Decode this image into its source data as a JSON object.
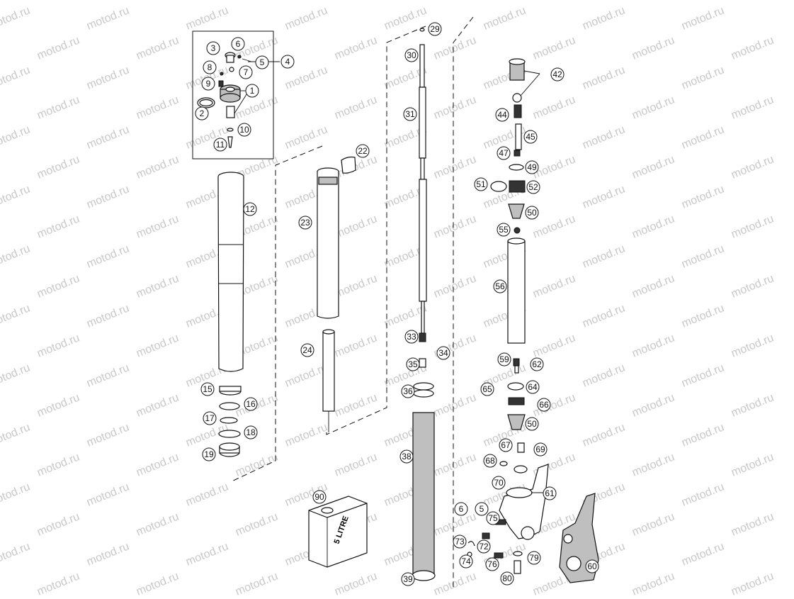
{
  "watermark": {
    "text": "motod.ru"
  },
  "callouts": [
    {
      "id": "1",
      "label": "1"
    },
    {
      "id": "2",
      "label": "2"
    },
    {
      "id": "3",
      "label": "3"
    },
    {
      "id": "4",
      "label": "4"
    },
    {
      "id": "5a",
      "label": "5"
    },
    {
      "id": "6a",
      "label": "6"
    },
    {
      "id": "7",
      "label": "7"
    },
    {
      "id": "8",
      "label": "8"
    },
    {
      "id": "9",
      "label": "9"
    },
    {
      "id": "10",
      "label": "10"
    },
    {
      "id": "11",
      "label": "11"
    },
    {
      "id": "12",
      "label": "12"
    },
    {
      "id": "15",
      "label": "15"
    },
    {
      "id": "16",
      "label": "16"
    },
    {
      "id": "17",
      "label": "17"
    },
    {
      "id": "18",
      "label": "18"
    },
    {
      "id": "19",
      "label": "19"
    },
    {
      "id": "22",
      "label": "22"
    },
    {
      "id": "23",
      "label": "23"
    },
    {
      "id": "24",
      "label": "24"
    },
    {
      "id": "29",
      "label": "29"
    },
    {
      "id": "30",
      "label": "30"
    },
    {
      "id": "31",
      "label": "31"
    },
    {
      "id": "33",
      "label": "33"
    },
    {
      "id": "34",
      "label": "34"
    },
    {
      "id": "35",
      "label": "35"
    },
    {
      "id": "36",
      "label": "36"
    },
    {
      "id": "38",
      "label": "38"
    },
    {
      "id": "39",
      "label": "39"
    },
    {
      "id": "42",
      "label": "42"
    },
    {
      "id": "44",
      "label": "44"
    },
    {
      "id": "45",
      "label": "45"
    },
    {
      "id": "47",
      "label": "47"
    },
    {
      "id": "49",
      "label": "49"
    },
    {
      "id": "51",
      "label": "51"
    },
    {
      "id": "52",
      "label": "52"
    },
    {
      "id": "50a",
      "label": "50"
    },
    {
      "id": "55",
      "label": "55"
    },
    {
      "id": "56",
      "label": "56"
    },
    {
      "id": "59",
      "label": "59"
    },
    {
      "id": "62",
      "label": "62"
    },
    {
      "id": "65",
      "label": "65"
    },
    {
      "id": "64",
      "label": "64"
    },
    {
      "id": "66",
      "label": "66"
    },
    {
      "id": "50b",
      "label": "50"
    },
    {
      "id": "67",
      "label": "67"
    },
    {
      "id": "69",
      "label": "69"
    },
    {
      "id": "68",
      "label": "68"
    },
    {
      "id": "70",
      "label": "70"
    },
    {
      "id": "61",
      "label": "61"
    },
    {
      "id": "6b",
      "label": "6"
    },
    {
      "id": "5b",
      "label": "5"
    },
    {
      "id": "75",
      "label": "75"
    },
    {
      "id": "73",
      "label": "73"
    },
    {
      "id": "72",
      "label": "72"
    },
    {
      "id": "74",
      "label": "74"
    },
    {
      "id": "76",
      "label": "76"
    },
    {
      "id": "79",
      "label": "79"
    },
    {
      "id": "80",
      "label": "80"
    },
    {
      "id": "60",
      "label": "60"
    },
    {
      "id": "90",
      "label": "90"
    }
  ],
  "oil_can": {
    "text": "5 LITRE"
  }
}
